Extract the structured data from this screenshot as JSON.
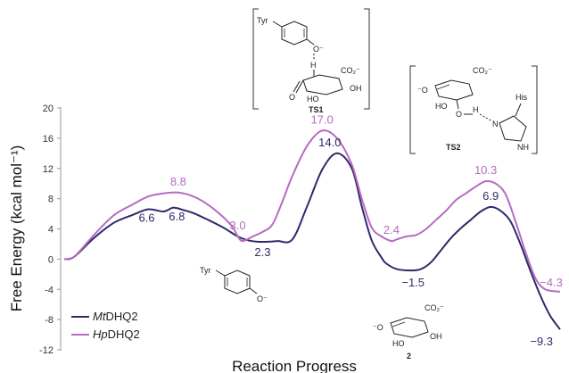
{
  "chart_data": {
    "type": "line",
    "xlabel": "Reaction Progress",
    "ylabel": "Free Energy (kcal mol⁻¹)",
    "ylim": [
      -12,
      20
    ],
    "yticks": [
      -12,
      -8,
      -4,
      0,
      4,
      8,
      12,
      16,
      20
    ],
    "xlim": [
      0,
      100
    ],
    "grid": false,
    "legend": "bottom-left",
    "series": [
      {
        "name": "MtDHQ2",
        "name_italic": "Mt",
        "name_rest": "DHQ2",
        "color": "#2e2a6b",
        "x": [
          0,
          2,
          6,
          10,
          14,
          17,
          20,
          22,
          24,
          26,
          29,
          32,
          35,
          37,
          39,
          41,
          43,
          46,
          49,
          52,
          55,
          58,
          60,
          62,
          64,
          65,
          67,
          70,
          72,
          74,
          76,
          78,
          80,
          82,
          84,
          86,
          88,
          90,
          92,
          94,
          96,
          98,
          100
        ],
        "y": [
          0,
          0.3,
          2.8,
          4.8,
          5.9,
          6.6,
          6.3,
          6.8,
          6.5,
          6.1,
          5.2,
          4.2,
          3.0,
          2.5,
          2.3,
          2.3,
          2.4,
          2.6,
          7.0,
          11.8,
          14.0,
          12.0,
          7.0,
          2.5,
          0.2,
          -0.6,
          -1.3,
          -1.5,
          -1.3,
          -0.4,
          1.2,
          2.8,
          4.1,
          5.2,
          6.3,
          6.9,
          6.4,
          5.0,
          2.0,
          -1.5,
          -4.8,
          -7.5,
          -9.3
        ]
      },
      {
        "name": "HpDHQ2",
        "name_italic": "Hp",
        "name_rest": "DHQ2",
        "color": "#b56cc0",
        "x": [
          0,
          2,
          6,
          10,
          14,
          17,
          20,
          23,
          26,
          29,
          32,
          34,
          35,
          36,
          38,
          40,
          42,
          44,
          46,
          49,
          52,
          55,
          58,
          60,
          62,
          64,
          66,
          67,
          69,
          71,
          73,
          75,
          77,
          79,
          81,
          83,
          85,
          87,
          89,
          91,
          93,
          95,
          97,
          100
        ],
        "y": [
          0,
          0.3,
          3.2,
          5.8,
          7.3,
          8.3,
          8.7,
          8.8,
          8.3,
          7.2,
          5.6,
          4.2,
          3.0,
          2.4,
          3.0,
          3.6,
          4.6,
          7.6,
          11.0,
          15.0,
          17.0,
          16.0,
          12.5,
          8.0,
          4.2,
          3.0,
          2.4,
          2.6,
          3.0,
          3.2,
          4.0,
          5.2,
          6.4,
          7.8,
          8.7,
          9.6,
          10.3,
          10.0,
          8.6,
          5.0,
          1.0,
          -2.5,
          -4.0,
          -4.3
        ]
      }
    ],
    "data_labels": [
      {
        "text": "6.6",
        "series": "MtDHQ2",
        "x": 17,
        "y": 6.6
      },
      {
        "text": "6.8",
        "series": "MtDHQ2",
        "x": 22,
        "y": 6.8
      },
      {
        "text": "2.3",
        "series": "MtDHQ2",
        "x": 40,
        "y": 2.3
      },
      {
        "text": "14.0",
        "series": "MtDHQ2",
        "x": 55,
        "y": 14.0
      },
      {
        "text": "−1.5",
        "series": "MtDHQ2",
        "x": 70,
        "y": -1.5
      },
      {
        "text": "6.9",
        "series": "MtDHQ2",
        "x": 86,
        "y": 6.9
      },
      {
        "text": "−9.3",
        "series": "MtDHQ2",
        "x": 100,
        "y": -9.3
      },
      {
        "text": "8.8",
        "series": "HpDHQ2",
        "x": 23,
        "y": 8.8
      },
      {
        "text": "3.0",
        "series": "HpDHQ2",
        "x": 35,
        "y": 3.0
      },
      {
        "text": "17.0",
        "series": "HpDHQ2",
        "x": 52,
        "y": 17.0
      },
      {
        "text": "2.4",
        "series": "HpDHQ2",
        "x": 66,
        "y": 2.4
      },
      {
        "text": "10.3",
        "series": "HpDHQ2",
        "x": 85,
        "y": 10.3
      },
      {
        "text": "−4.3",
        "series": "HpDHQ2",
        "x": 100,
        "y": -4.3
      }
    ],
    "annotations": {
      "ts1_label": "TS1",
      "ts2_label": "TS2",
      "compound2_label": "2",
      "tyr": "Tyr",
      "his": "His",
      "oxide": "O⁻",
      "carboxylate": "CO₂⁻",
      "ho": "HO",
      "oh": "OH",
      "h": "H",
      "o": "O",
      "n": "N",
      "nh": "NH",
      "oxide_left": "⁻O"
    }
  }
}
